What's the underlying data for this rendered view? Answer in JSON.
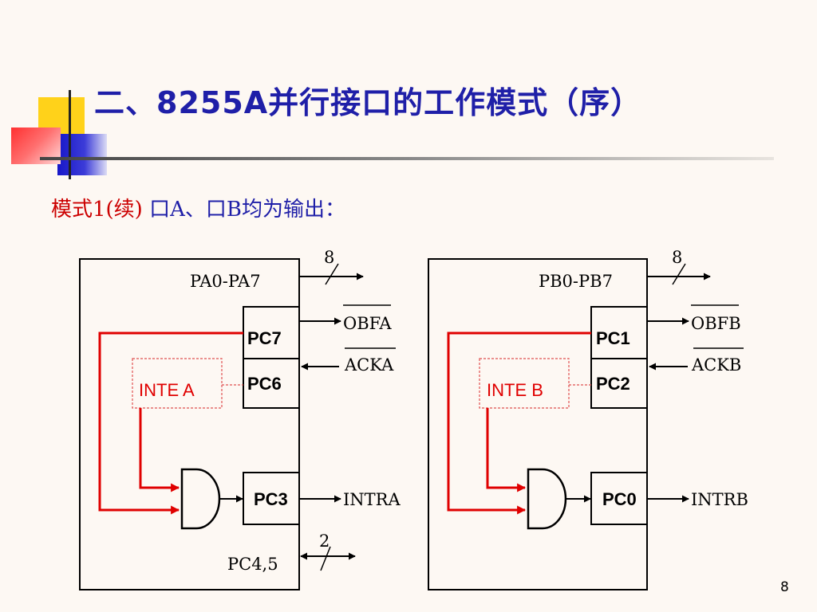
{
  "slide": {
    "title": "二、8255A并行接口的工作模式（序）",
    "subtitle_mode": "模式1(续)",
    "subtitle_desc": "口A、口B均为输出：",
    "page_number": "8"
  },
  "diagram": {
    "port_a": {
      "bus_label": "PA0-PA7",
      "bus_width": "8",
      "pins": [
        "PC7",
        "PC6",
        "PC3"
      ],
      "signals": [
        "OBFA",
        "ACKA",
        "INTRA"
      ],
      "inte_label": "INTE A",
      "extra_bus_label": "PC4,5",
      "extra_bus_width": "2"
    },
    "port_b": {
      "bus_label": "PB0-PB7",
      "bus_width": "8",
      "pins": [
        "PC1",
        "PC2",
        "PC0"
      ],
      "signals": [
        "OBFB",
        "ACKB",
        "INTRB"
      ],
      "inte_label": "INTE B"
    }
  },
  "colors": {
    "title": "#1f1fa8",
    "red_wire": "#e00000",
    "background": "#fdf8f3"
  }
}
